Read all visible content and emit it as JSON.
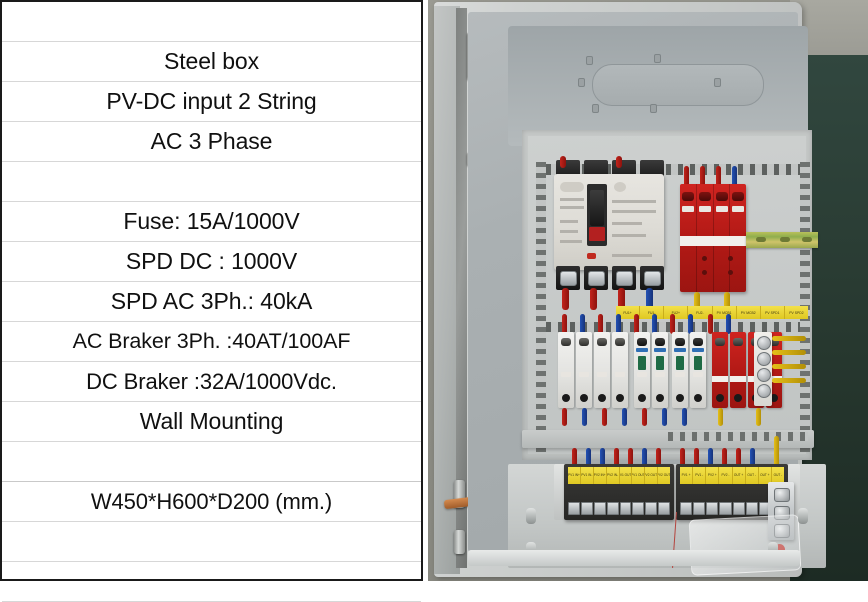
{
  "spec_sheet": {
    "rows": [
      {
        "text": "",
        "size": "sz2"
      },
      {
        "text": "Steel box",
        "size": "sz1"
      },
      {
        "text": "PV-DC input 2 String",
        "size": "sz1"
      },
      {
        "text": "AC 3 Phase",
        "size": "sz1"
      },
      {
        "text": "",
        "size": "sz2"
      },
      {
        "text": "Fuse: 15A/1000V",
        "size": "sz1"
      },
      {
        "text": "SPD DC : 1000V",
        "size": "sz1"
      },
      {
        "text": "SPD AC  3Ph.: 40kA",
        "size": "sz1"
      },
      {
        "text": "AC Braker 3Ph. :40AT/100AF",
        "size": "sz3"
      },
      {
        "text": "DC Braker :32A/1000Vdc.",
        "size": "sz2"
      },
      {
        "text": "Wall Mounting",
        "size": "sz1"
      },
      {
        "text": "",
        "size": "sz2"
      },
      {
        "text": "W450*H600*D200 (mm.)",
        "size": "sz2"
      },
      {
        "text": "",
        "size": "sz2"
      },
      {
        "text": "",
        "size": "sz2"
      }
    ]
  },
  "photo": {
    "caption": "open steel pv combiner enclosure interior",
    "colors": {
      "wall_green": "#2a3b32",
      "cabinet_grey": "#c5c8c7",
      "spd_red": "#c0211c",
      "label_yellow": "#eed92f",
      "wire_red": "#bb211a",
      "wire_blue": "#1f4aa8",
      "wire_yellow": "#ddb615",
      "copper": "#b96c33"
    },
    "din_labels": [
      "FU1+",
      "FU1-",
      "FU2+",
      "FU2-",
      "PV MCB1",
      "PV MCB2",
      "PV SPD1",
      "PV SPD2"
    ],
    "terminal_block_left_labels": [
      "PV1 IN+",
      "PV1 IN-",
      "PV2 IN+",
      "PV2 IN-",
      "PV1 OUT+",
      "PV1 OUT-",
      "PV2 OUT+",
      "PV2 OUT-"
    ],
    "terminal_block_right_labels": [
      "PV1 +",
      "PV1 -",
      "PV2 +",
      "PV2 -",
      "OUT +",
      "OUT -",
      "OUT +",
      "OUT -"
    ],
    "components": {
      "mccb": "AC 3-phase moulded case circuit breaker",
      "spd_ac": "red AC surge protection device 4 pole",
      "din_breakers": "DC fuse holders and miniature circuit breakers",
      "spd_dc": "red DC surge protection device",
      "earth_bar": "earth bonding bar",
      "terminal_blocks": "PV input and output terminal blocks"
    }
  }
}
